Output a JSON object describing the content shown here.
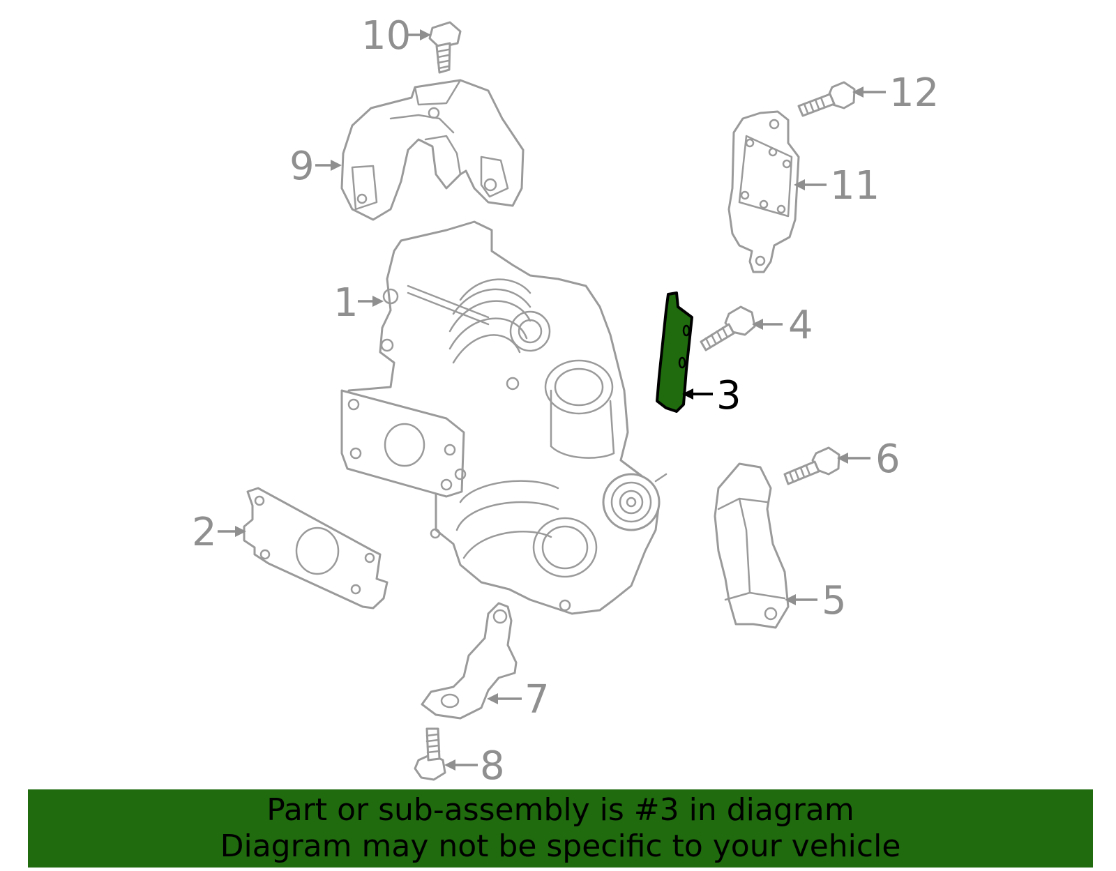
{
  "diagram": {
    "highlight_color": "#1f6b0e",
    "line_color": "#9a9a9a",
    "highlighted_part": "3",
    "callouts": [
      "1",
      "2",
      "3",
      "4",
      "5",
      "6",
      "7",
      "8",
      "9",
      "10",
      "11",
      "12"
    ]
  },
  "banner": {
    "line1": "Part or sub-assembly is #3 in diagram",
    "line2": "Diagram may not be specific to your vehicle",
    "background": "#1f6b0e"
  }
}
